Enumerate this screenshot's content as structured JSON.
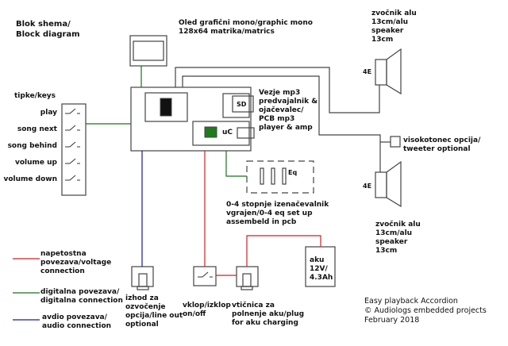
{
  "title": "Blok shema/\nBlock diagram",
  "colors": {
    "voltage": "#cc2222",
    "digital": "#1f6f1f",
    "audio": "#1a1a99",
    "outline": "#444444",
    "uc_chip": "#1e7a1e"
  },
  "oled": {
    "label": "Oled grafični mono/graphic mono\n128x64 matrika/matrics"
  },
  "keys": {
    "header": "tipke/keys",
    "items": [
      "play",
      "song next",
      "song behind",
      "volume up",
      "volume down"
    ]
  },
  "pcb": {
    "label": "Vezje mp3\npredvajalnik &\nojačevalec/\nPCB mp3\nplayer & amp",
    "sd": "SD",
    "uc": "uC"
  },
  "eq": {
    "tag": "Eq",
    "label": "0-4 stopnje izenačevalnik\nvgrajen/0-4 eq set up\nassembeld in pcb"
  },
  "speaker_top": {
    "label": "zvočnik alu\n13cm/alu\nspeaker\n13cm",
    "impedance": "4E"
  },
  "speaker_bottom": {
    "label": "zvočnik alu\n13cm/alu\nspeaker\n13cm",
    "impedance": "4E"
  },
  "tweeter": {
    "label": "visokotonec opcija/\ntweeter optional"
  },
  "line_out": {
    "label": "izhod za\nozvočenje\nopcija/line out\noptional"
  },
  "switch": {
    "label": "vklop/izklop\non/off"
  },
  "charge_plug": {
    "label": "vtičnica za\npolnenje aku/plug\nfor aku charging"
  },
  "battery": {
    "label": "aku\n12V/\n4.3Ah"
  },
  "legend": [
    {
      "type": "voltage",
      "label": "napetostna\npovezava/voltage\nconnection"
    },
    {
      "type": "digital",
      "label": "digitalna povezava/\ndigitalna connection"
    },
    {
      "type": "audio",
      "label": "avdio povezava/\naudio connection"
    }
  ],
  "footer": "Easy playback Accordion\n© Audiologs embedded projects\nFebruary 2018"
}
